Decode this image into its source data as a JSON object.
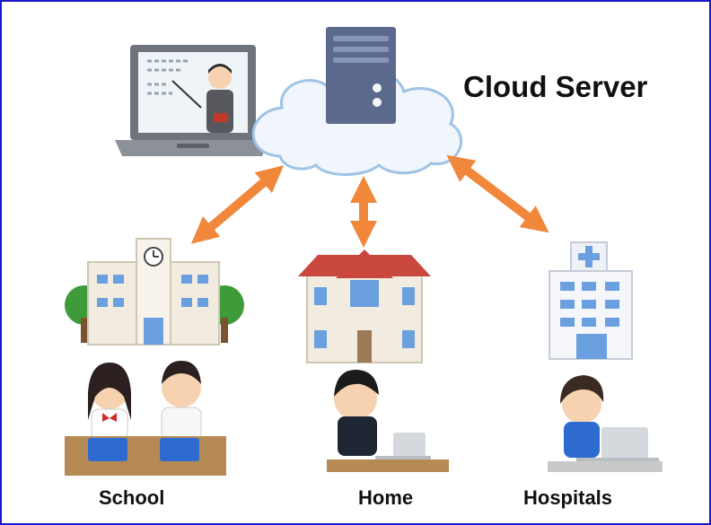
{
  "title": "Cloud Server",
  "nodes": [
    {
      "id": "school",
      "label": "School"
    },
    {
      "id": "home",
      "label": "Home"
    },
    {
      "id": "hospitals",
      "label": "Hospitals"
    }
  ],
  "colors": {
    "frame": "#1a1acc",
    "arrow": "#f0873a",
    "cloud_fill": "#f1f6fc",
    "cloud_stroke": "#9fc3e6",
    "server": "#5b6a8c",
    "roof": "#c9473c",
    "building_wall": "#f2ece0",
    "window": "#6aa0e0",
    "tree": "#3f9a3a"
  },
  "icons": [
    "laptop-teacher-icon",
    "server-icon",
    "cloud-icon",
    "school-building-icon",
    "house-icon",
    "hospital-building-icon",
    "students-tablets-icon",
    "student-laptop-icon",
    "patient-laptop-icon",
    "bidirectional-arrow-icon"
  ]
}
